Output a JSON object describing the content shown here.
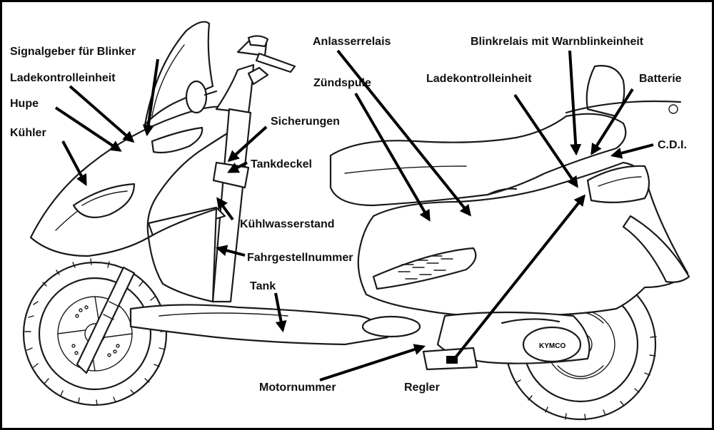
{
  "labels": {
    "signalgeber": "Signalgeber für Blinker",
    "ladekontrolle_left": "Ladekontrolleinheit",
    "hupe": "Hupe",
    "kuehler": "Kühler",
    "anlasserrelais": "Anlasserrelais",
    "blinkrelais": "Blinkrelais mit Warnblinkeinheit",
    "zuendspule": "Zündspule",
    "ladekontrolle_right": "Ladekontrolleinheit",
    "batterie": "Batterie",
    "sicherungen": "Sicherungen",
    "tankdeckel": "Tankdeckel",
    "cdi": "C.D.I.",
    "kuehlwasserstand": "Kühlwasserstand",
    "fahrgestellnummer": "Fahrgestellnummer",
    "tank": "Tank",
    "motornummer": "Motornummer",
    "regler": "Regler"
  },
  "brand_mark": "KYMCO",
  "colors": {
    "ink": "#000000",
    "paper": "#ffffff"
  }
}
